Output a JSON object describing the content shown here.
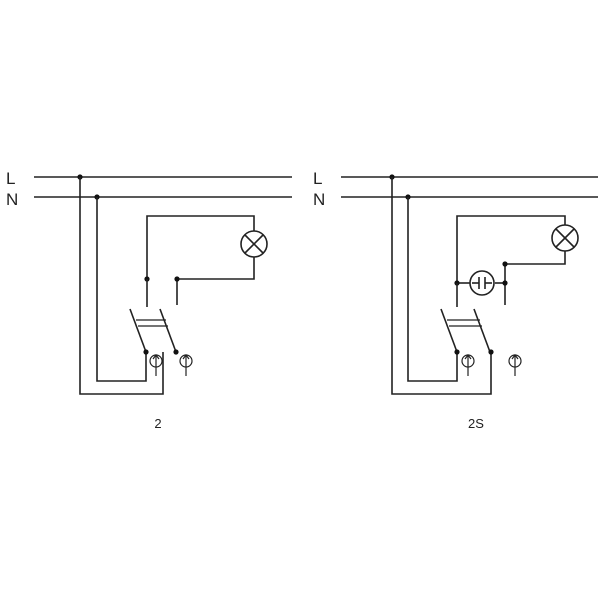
{
  "left": {
    "line_label_L": "L",
    "line_label_N": "N",
    "caption": "2"
  },
  "right": {
    "line_label_L": "L",
    "line_label_N": "N",
    "caption": "2S"
  },
  "colors": {
    "stroke": "#222222",
    "background": "#ffffff"
  },
  "icons": [
    "lamp-icon",
    "push-button-icon",
    "capacitor-icon"
  ]
}
